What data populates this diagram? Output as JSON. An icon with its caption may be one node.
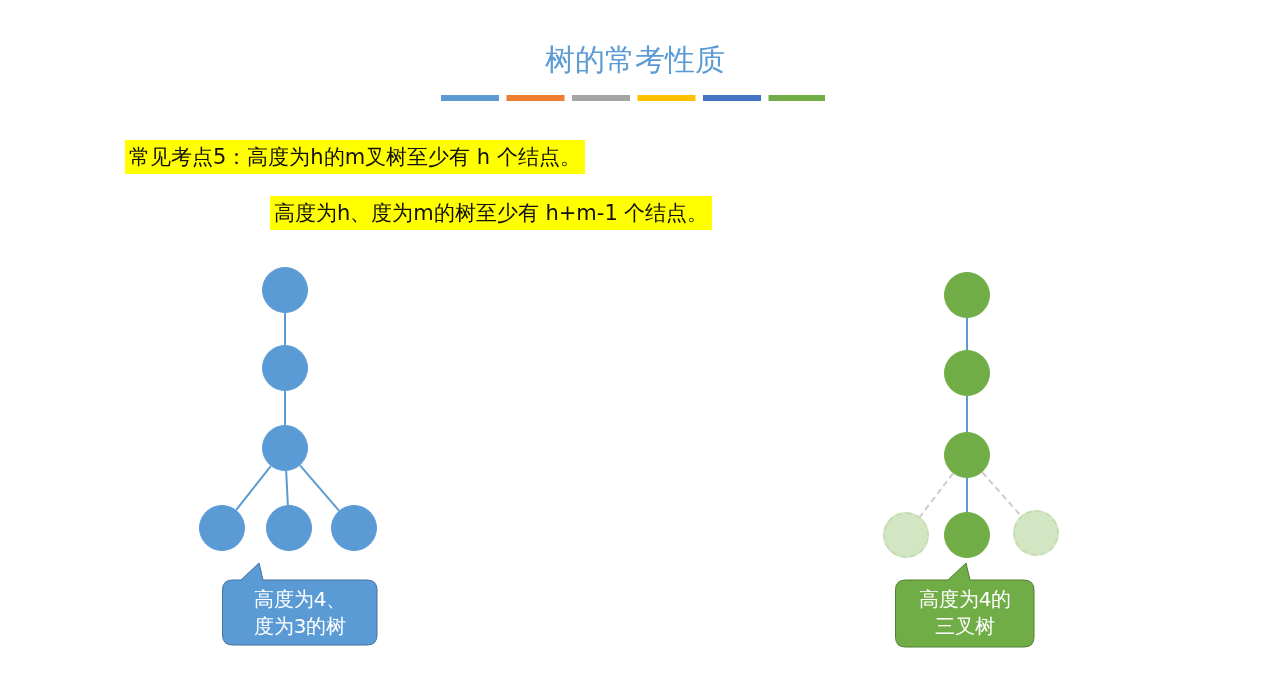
{
  "diagram": {
    "title": "树的常考性质",
    "nodes": [
      {
        "text": [],
        "shape": "circle"
      },
      {
        "text": [],
        "shape": "circle"
      },
      {
        "text": [],
        "shape": "circle"
      },
      {
        "text": [],
        "shape": "circle"
      },
      {
        "text": [],
        "shape": "circle"
      },
      {
        "text": [],
        "shape": "circle"
      },
      {
        "text": [
          "高度为4、度为3的树"
        ]
      },
      {
        "text": [],
        "shape": "circle"
      },
      {
        "text": [],
        "shape": "circle"
      },
      {
        "text": [],
        "shape": "circle"
      },
      {
        "text": [],
        "shape": "circle"
      },
      {
        "text": [],
        "shape": "circle"
      },
      {
        "text": [],
        "shape": "circle"
      },
      {
        "text": [
          "高度为4的三叉树"
        ]
      }
    ],
    "edges": [
      {
        "from": 0,
        "to": 1,
        "arrow": "none"
      },
      {
        "from": 1,
        "to": 2,
        "arrow": "none"
      },
      {
        "from": 2,
        "to": 3,
        "arrow": "none"
      },
      {
        "from": 2,
        "to": 4,
        "arrow": "none"
      },
      {
        "from": 2,
        "to": 5,
        "arrow": "none"
      },
      {
        "from": 7,
        "to": 8,
        "arrow": "none"
      },
      {
        "from": 8,
        "to": 9,
        "arrow": "none"
      },
      {
        "from": 9,
        "to": 10,
        "arrow": "none",
        "style": "dashed",
        "color": "#cccccc"
      },
      {
        "from": 9,
        "to": 11,
        "arrow": "none"
      },
      {
        "from": 9,
        "to": 12,
        "arrow": "none",
        "style": "dashed",
        "color": "#cccccc"
      }
    ],
    "labels": [
      "常见考点5：高度为h的m叉树至少有 h 个结点。",
      "高度为h、度为m的树至少有 h+m-1 个结点。"
    ]
  }
}
